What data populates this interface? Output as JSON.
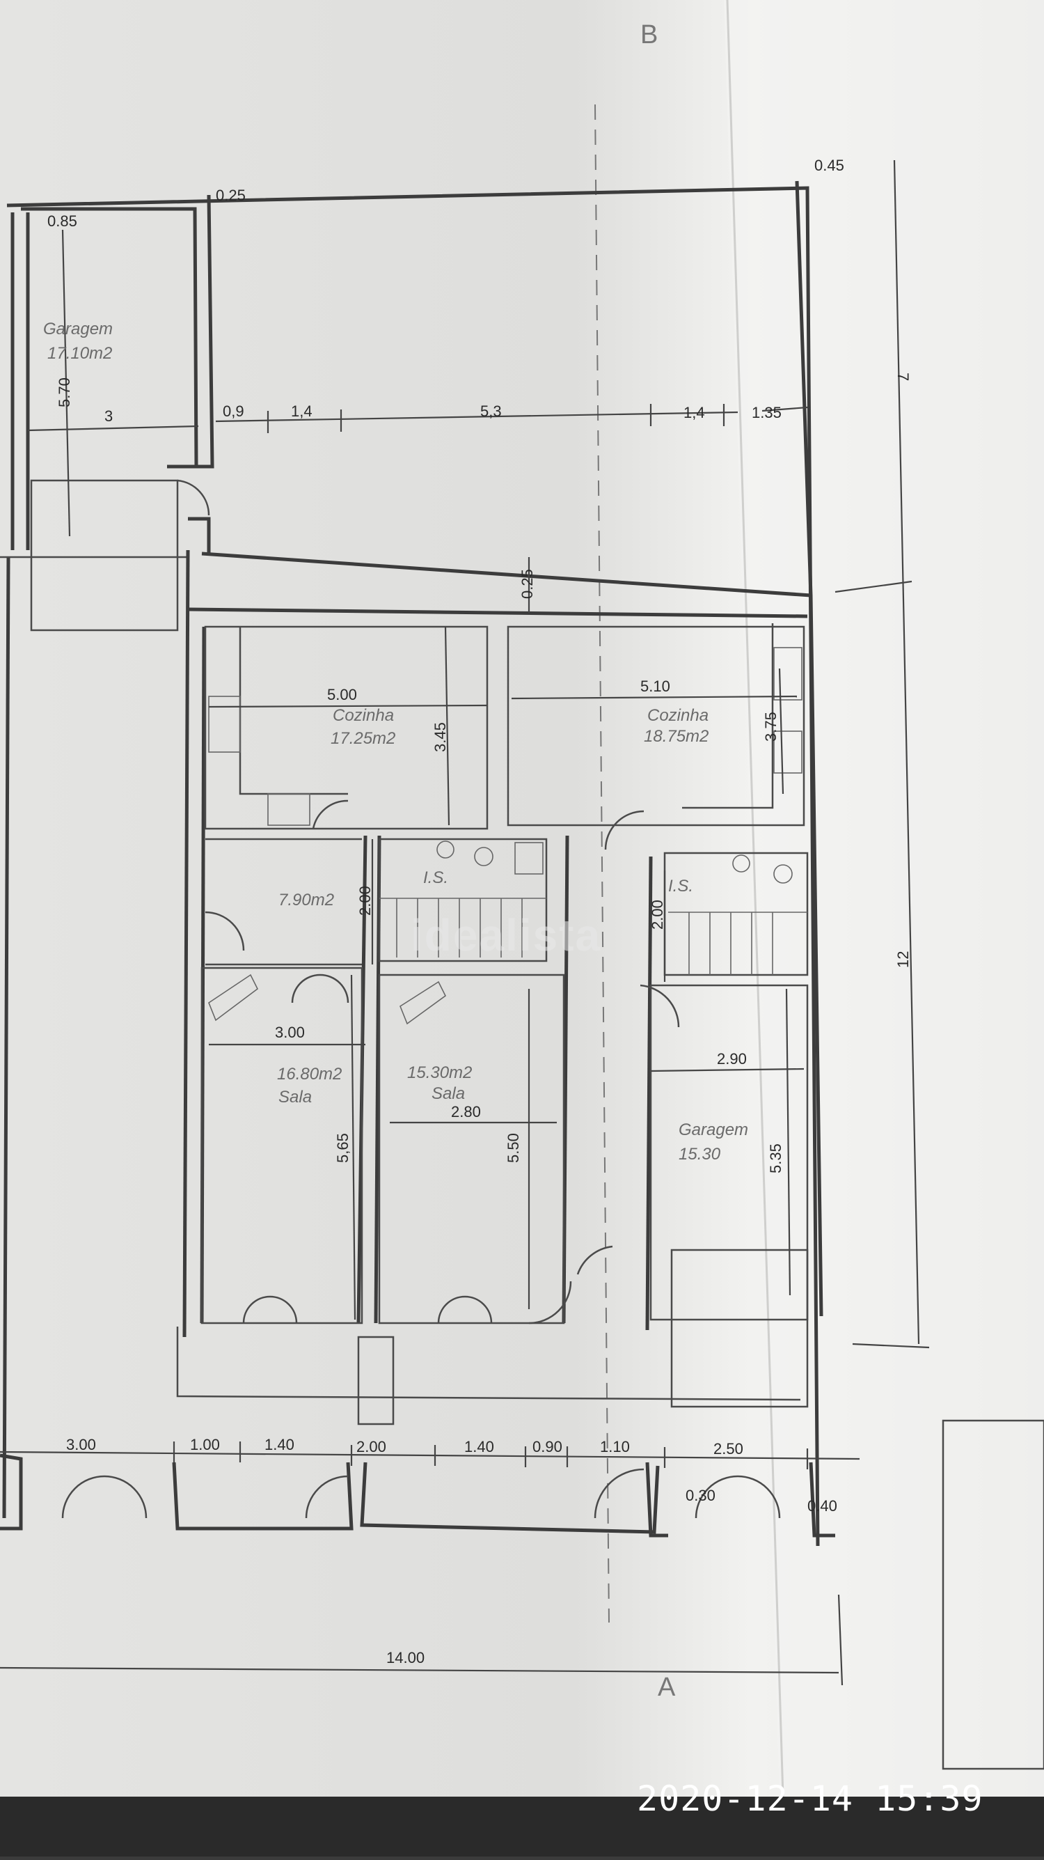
{
  "grid_labels": {
    "top": "B",
    "bottom": "A"
  },
  "rooms": [
    {
      "id": "garage-left",
      "name": "Garagem",
      "area": "17.10m2"
    },
    {
      "id": "kitchen-left",
      "name": "Cozinha",
      "area": "17.25m2"
    },
    {
      "id": "kitchen-right",
      "name": "Cozinha",
      "area": "18.75m2"
    },
    {
      "id": "bath-left",
      "name": "I.S."
    },
    {
      "id": "bath-right",
      "name": "I.S."
    },
    {
      "id": "hall",
      "area": "7.90m2"
    },
    {
      "id": "living-left",
      "name": "Sala",
      "area": "16.80m2"
    },
    {
      "id": "living-right",
      "name": "Sala",
      "area": "15.30m2"
    },
    {
      "id": "garage-right",
      "name": "Garagem",
      "area": "15.30"
    }
  ],
  "dimensions": {
    "top_left_wall": "0.85",
    "top_wall_a": "0.25",
    "top_wall_b": "0.45",
    "garage_depth": "5.70",
    "garage_width": "3",
    "seg_a": "0,9",
    "seg_b": "1,4",
    "seg_c": "5,3",
    "seg_d": "1,4",
    "seg_e": "1.35",
    "right_top": "7",
    "mid_wall": "0.25",
    "kitchen_left_w": "5.00",
    "kitchen_left_d": "3.45",
    "kitchen_right_w": "5.10",
    "kitchen_right_d": "3.75",
    "hall_h": "2.00",
    "hall_h2": "2.00",
    "living_left_w": "3.00",
    "living_left_d": "5,65",
    "living_right_w": "2.80",
    "living_right_d": "5.50",
    "garage_right_w": "2.90",
    "garage_right_d": "5.35",
    "right_total": "12",
    "bottom_1": "3.00",
    "bottom_2": "1.00",
    "bottom_3": "1.40",
    "bottom_4": "2.00",
    "bottom_5": "1.40",
    "bottom_6": "0.90",
    "bottom_7": "1.10",
    "bottom_8": "2.50",
    "bottom_9": "0.30",
    "bottom_10": "0.40",
    "total_width": "14.00"
  },
  "watermark": "idealista",
  "timestamp": "2020-12-14 15:39"
}
